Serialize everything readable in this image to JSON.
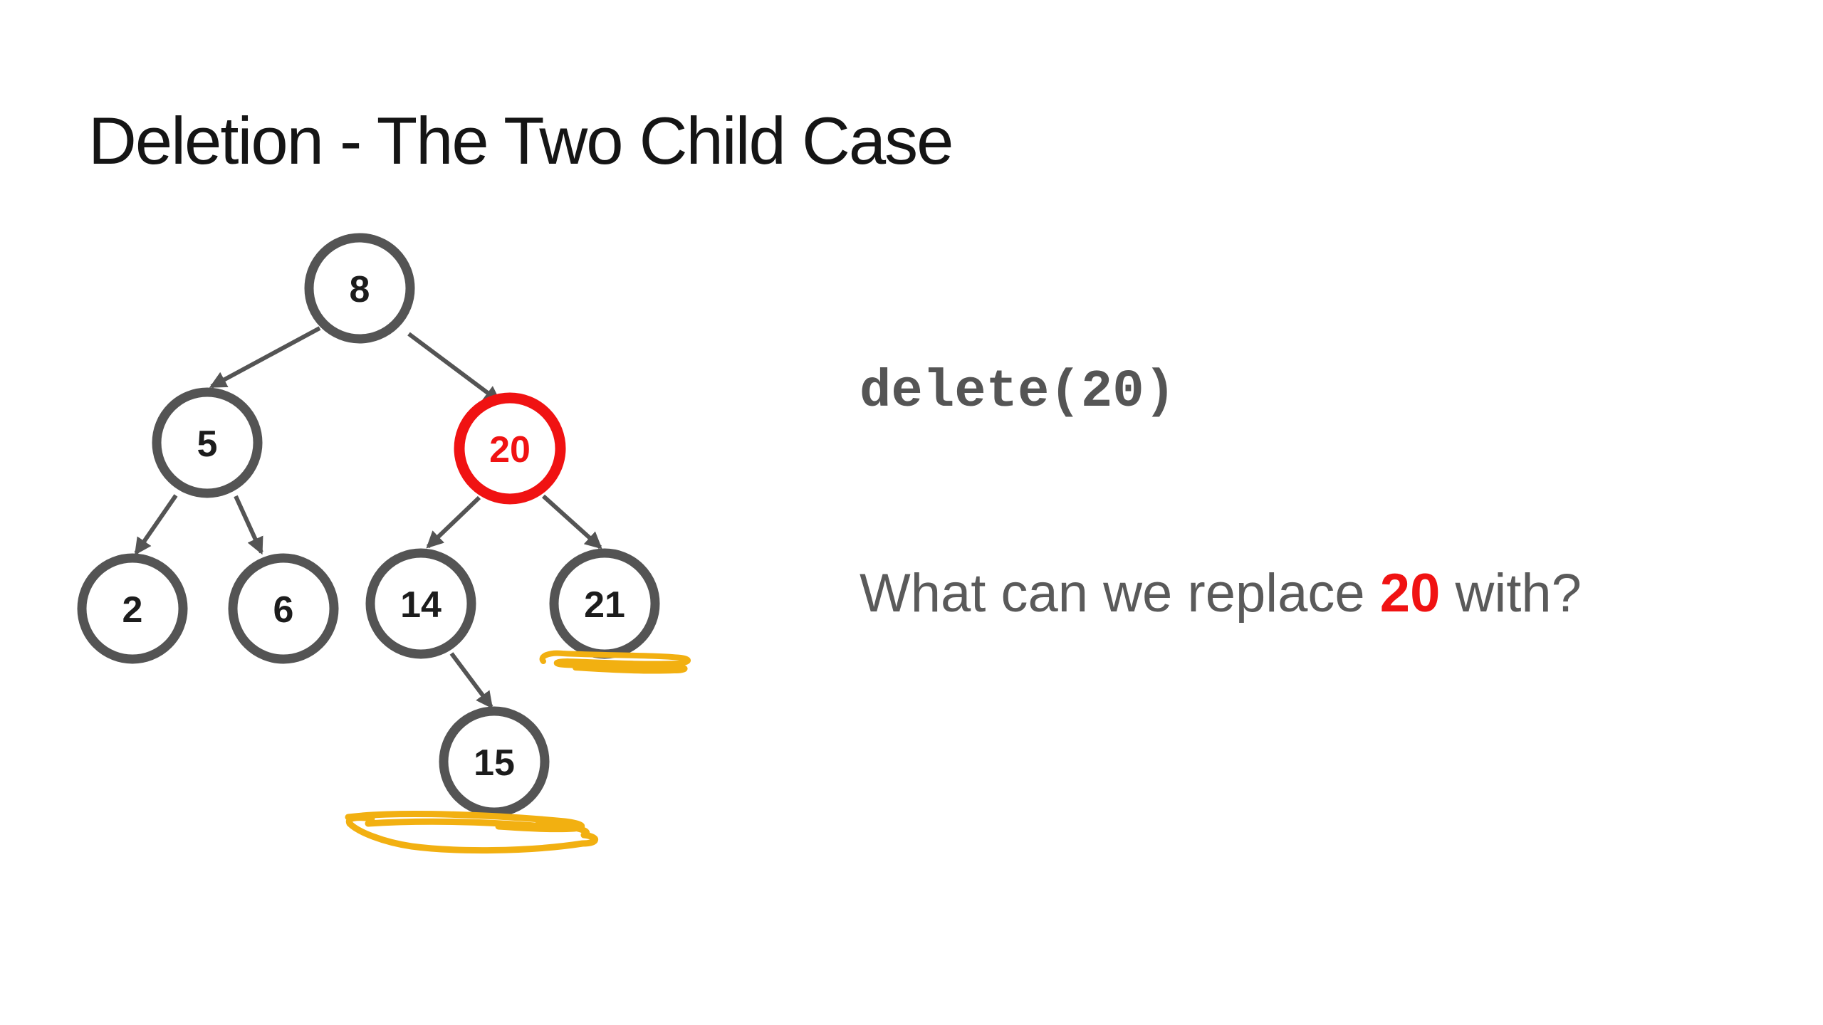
{
  "slide": {
    "title": "Deletion - The Two Child Case",
    "code": "delete(20)",
    "question_prefix": "What can we replace ",
    "question_highlight": "20",
    "question_suffix": " with?"
  },
  "tree": {
    "nodes": [
      {
        "value": "8",
        "highlighted": false
      },
      {
        "value": "5",
        "highlighted": false
      },
      {
        "value": "20",
        "highlighted": true
      },
      {
        "value": "2",
        "highlighted": false
      },
      {
        "value": "6",
        "highlighted": false
      },
      {
        "value": "14",
        "highlighted": false
      },
      {
        "value": "21",
        "highlighted": false
      },
      {
        "value": "15",
        "highlighted": false
      }
    ],
    "edges": [
      {
        "from": "8",
        "to": "5"
      },
      {
        "from": "8",
        "to": "20"
      },
      {
        "from": "5",
        "to": "2"
      },
      {
        "from": "5",
        "to": "6"
      },
      {
        "from": "20",
        "to": "14"
      },
      {
        "from": "20",
        "to": "21"
      },
      {
        "from": "14",
        "to": "15"
      }
    ],
    "annotations": [
      {
        "type": "highlighter-scribble",
        "under_node": "21"
      },
      {
        "type": "highlighter-scribble",
        "under_node": "15"
      }
    ]
  },
  "colors": {
    "node_stroke": "#545454",
    "edge_gray": "#545454",
    "highlight_red": "#f01212",
    "code_gray": "#555555",
    "question_gray": "#5a5a5a",
    "scribble_yellow": "#f2b011",
    "title_color": "#151515",
    "background": "#ffffff"
  }
}
